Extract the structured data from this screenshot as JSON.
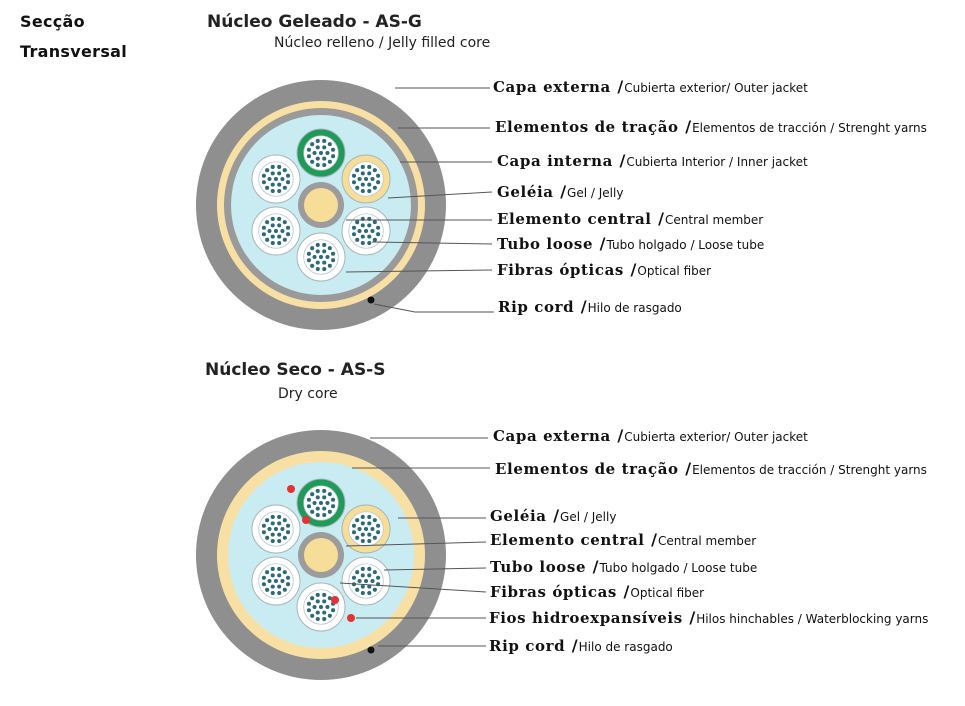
{
  "heading": {
    "line1": "Secção",
    "line2": "Transversal"
  },
  "colors": {
    "outer_jacket": "#8f8f8f",
    "strength_yarns": "#f8e0a4",
    "inner_jacket": "#9a9a9a",
    "jelly": "#c9ecf3",
    "tube_green": "#1f9a5a",
    "tube_yellow": "#f6de98",
    "fiber": "#2a6a7c",
    "water_yarn": "#e33333"
  },
  "sections": [
    {
      "title": "Núcleo Geleado - AS-G",
      "subtitle": "Núcleo relleno /  Jelly filled core",
      "labels": [
        {
          "pt": "Capa externa",
          "tr": "Cubierta exterior/ Outer jacket"
        },
        {
          "pt": "Elementos de tração",
          "tr": "Elementos de tracción /  Strenght yarns"
        },
        {
          "pt": "Capa interna",
          "tr": "Cubierta Interior /  Inner jacket"
        },
        {
          "pt": "Geléia",
          "tr": "Gel / Jelly"
        },
        {
          "pt": "Elemento central",
          "tr": "Central member"
        },
        {
          "pt": "Tubo loose",
          "tr": "Tubo holgado / Loose tube"
        },
        {
          "pt": "Fibras ópticas",
          "tr": "Optical fiber"
        },
        {
          "pt": "Rip cord",
          "tr": "Hilo de rasgado"
        }
      ]
    },
    {
      "title": "Núcleo Seco - AS-S",
      "subtitle": "Dry core",
      "labels": [
        {
          "pt": "Capa externa",
          "tr": "Cubierta exterior/ Outer jacket"
        },
        {
          "pt": "Elementos de tração",
          "tr": "Elementos de tracción /  Strenght yarns"
        },
        {
          "pt": "Geléia",
          "tr": "Gel / Jelly"
        },
        {
          "pt": "Elemento central",
          "tr": "Central member"
        },
        {
          "pt": "Tubo loose",
          "tr": "Tubo holgado / Loose tube"
        },
        {
          "pt": "Fibras ópticas",
          "tr": "Optical fiber"
        },
        {
          "pt": "Fios hidroexpansíveis",
          "tr": "Hilos hinchables / Waterblocking yarns"
        },
        {
          "pt": "Rip cord",
          "tr": "Hilo de rasgado"
        }
      ]
    }
  ]
}
